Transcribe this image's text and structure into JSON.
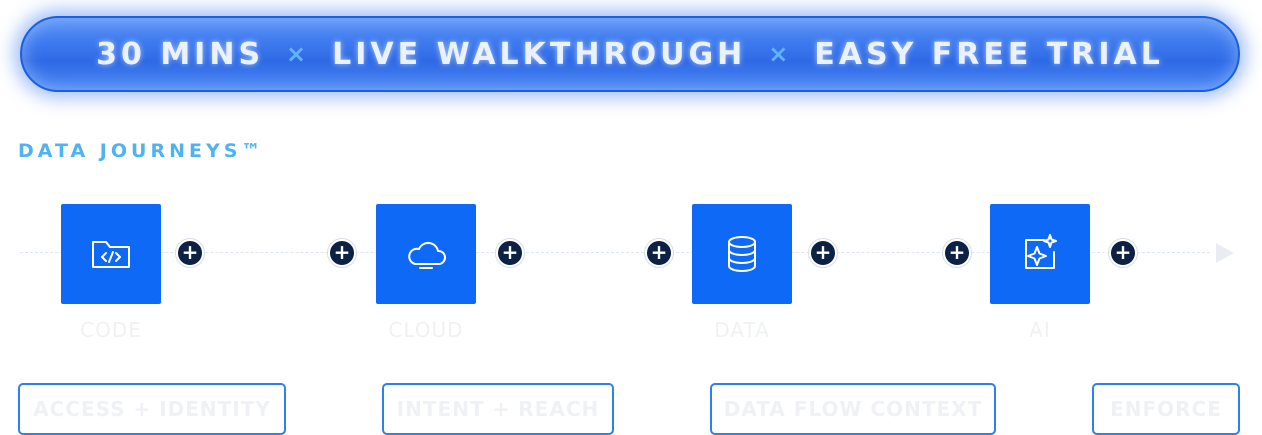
{
  "banner": {
    "part1": "30 MINS",
    "sep1": "×",
    "part2": "LIVE WALKTHROUGH",
    "sep2": "×",
    "part3": "EASY FREE TRIAL"
  },
  "section_title": "DATA JOURNEYS™",
  "nodes": [
    {
      "label": "CODE",
      "icon": "code-folder-icon"
    },
    {
      "label": "CLOUD",
      "icon": "cloud-icon"
    },
    {
      "label": "DATA",
      "icon": "database-icon"
    },
    {
      "label": "AI",
      "icon": "ai-sparkle-icon"
    }
  ],
  "plus_glyph": "+",
  "pills": [
    {
      "label": "ACCESS + IDENTITY"
    },
    {
      "label": "INTENT + REACH"
    },
    {
      "label": "DATA FLOW CONTEXT"
    },
    {
      "label": "ENFORCE"
    }
  ],
  "colors": {
    "node_blue": "#0f69f7",
    "banner_blue": "#3d79ee",
    "title_cyan": "#4fb3f0",
    "plus_navy": "#0c2143",
    "pill_border": "#2e7ff0"
  }
}
